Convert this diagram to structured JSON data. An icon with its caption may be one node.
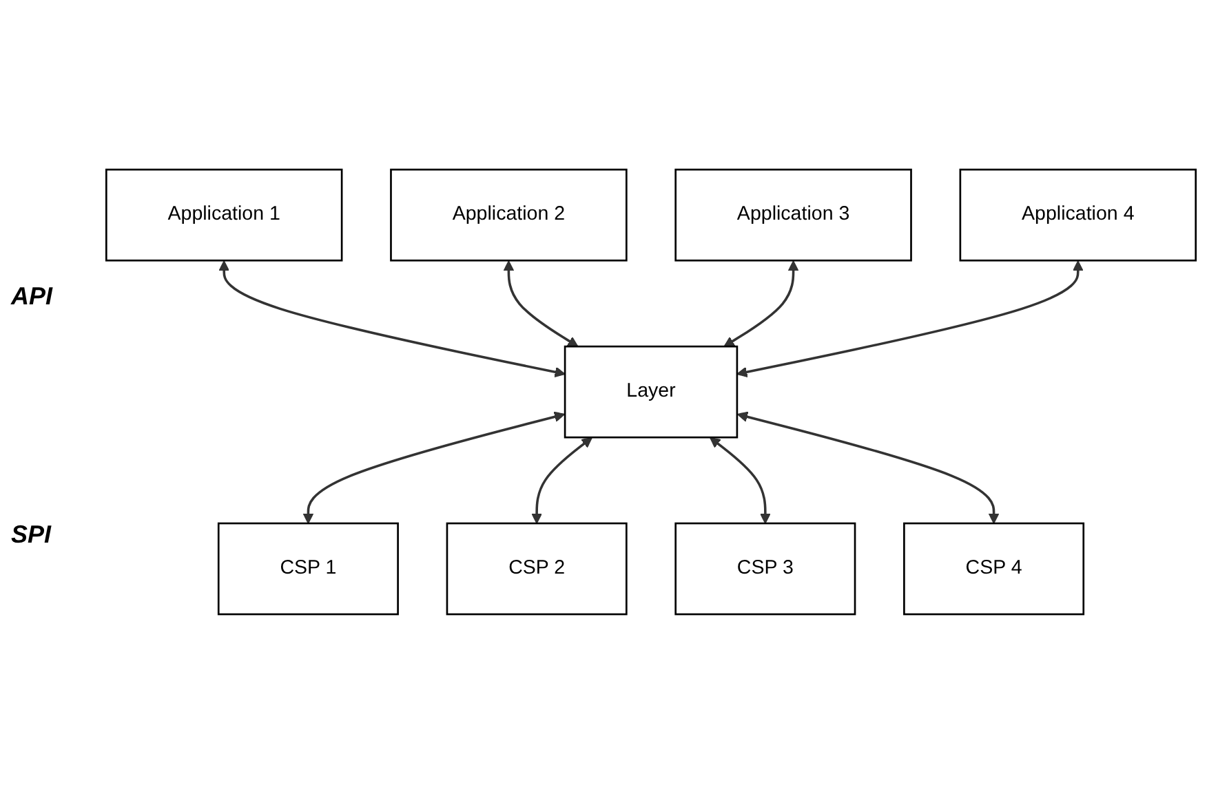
{
  "diagram": {
    "nodes": [
      {
        "text": [
          "Application 1"
        ]
      },
      {
        "text": [
          "Application 2"
        ]
      },
      {
        "text": [
          "Application 3"
        ]
      },
      {
        "text": [
          "Application 4"
        ]
      },
      {
        "text": [
          "Layer"
        ]
      },
      {
        "text": [
          "CSP 1"
        ]
      },
      {
        "text": [
          "CSP 2"
        ]
      },
      {
        "text": [
          "CSP 3"
        ]
      },
      {
        "text": [
          "CSP 4"
        ]
      }
    ],
    "edges": [
      {
        "from": 0,
        "to": 4,
        "arrow": "both"
      },
      {
        "from": 1,
        "to": 4,
        "arrow": "both"
      },
      {
        "from": 2,
        "to": 4,
        "arrow": "both"
      },
      {
        "from": 3,
        "to": 4,
        "arrow": "both"
      },
      {
        "from": 4,
        "to": 5,
        "arrow": "both"
      },
      {
        "from": 4,
        "to": 6,
        "arrow": "both"
      },
      {
        "from": 4,
        "to": 7,
        "arrow": "both"
      },
      {
        "from": 4,
        "to": 8,
        "arrow": "both"
      }
    ],
    "labels": [
      "API",
      "SPI"
    ]
  }
}
